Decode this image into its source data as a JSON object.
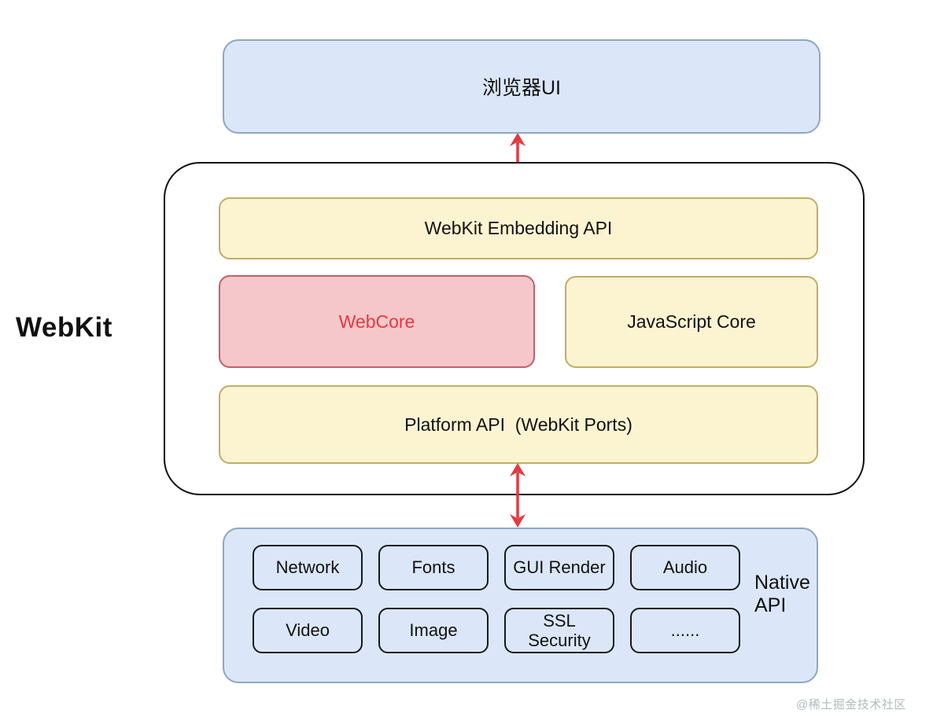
{
  "colors": {
    "blue_fill": "#dbe7f8",
    "blue_border": "#8ea6c4",
    "yellow_fill": "#fcf3d1",
    "yellow_border": "#c0ae66",
    "pink_fill": "#f5c7ca",
    "pink_border": "#c2606a",
    "red_accent": "#e5393f",
    "container_border": "#0d0d0d",
    "watermark_gray": "#b3bac2"
  },
  "diagram": {
    "browser_ui_label": "浏览器UI",
    "webkit_label": "WebKit",
    "embedding_api_label": "WebKit Embedding API",
    "webcore_label": "WebCore",
    "javascript_core_label": "JavaScript Core",
    "platform_api_label": "Platform API  (WebKit Ports)",
    "native_api_label": "Native\nAPI",
    "native_modules": [
      "Network",
      "Fonts",
      "GUI Render",
      "Audio",
      "Video",
      "Image",
      "SSL\nSecurity",
      "......"
    ]
  },
  "watermark": "@稀土掘金技术社区"
}
